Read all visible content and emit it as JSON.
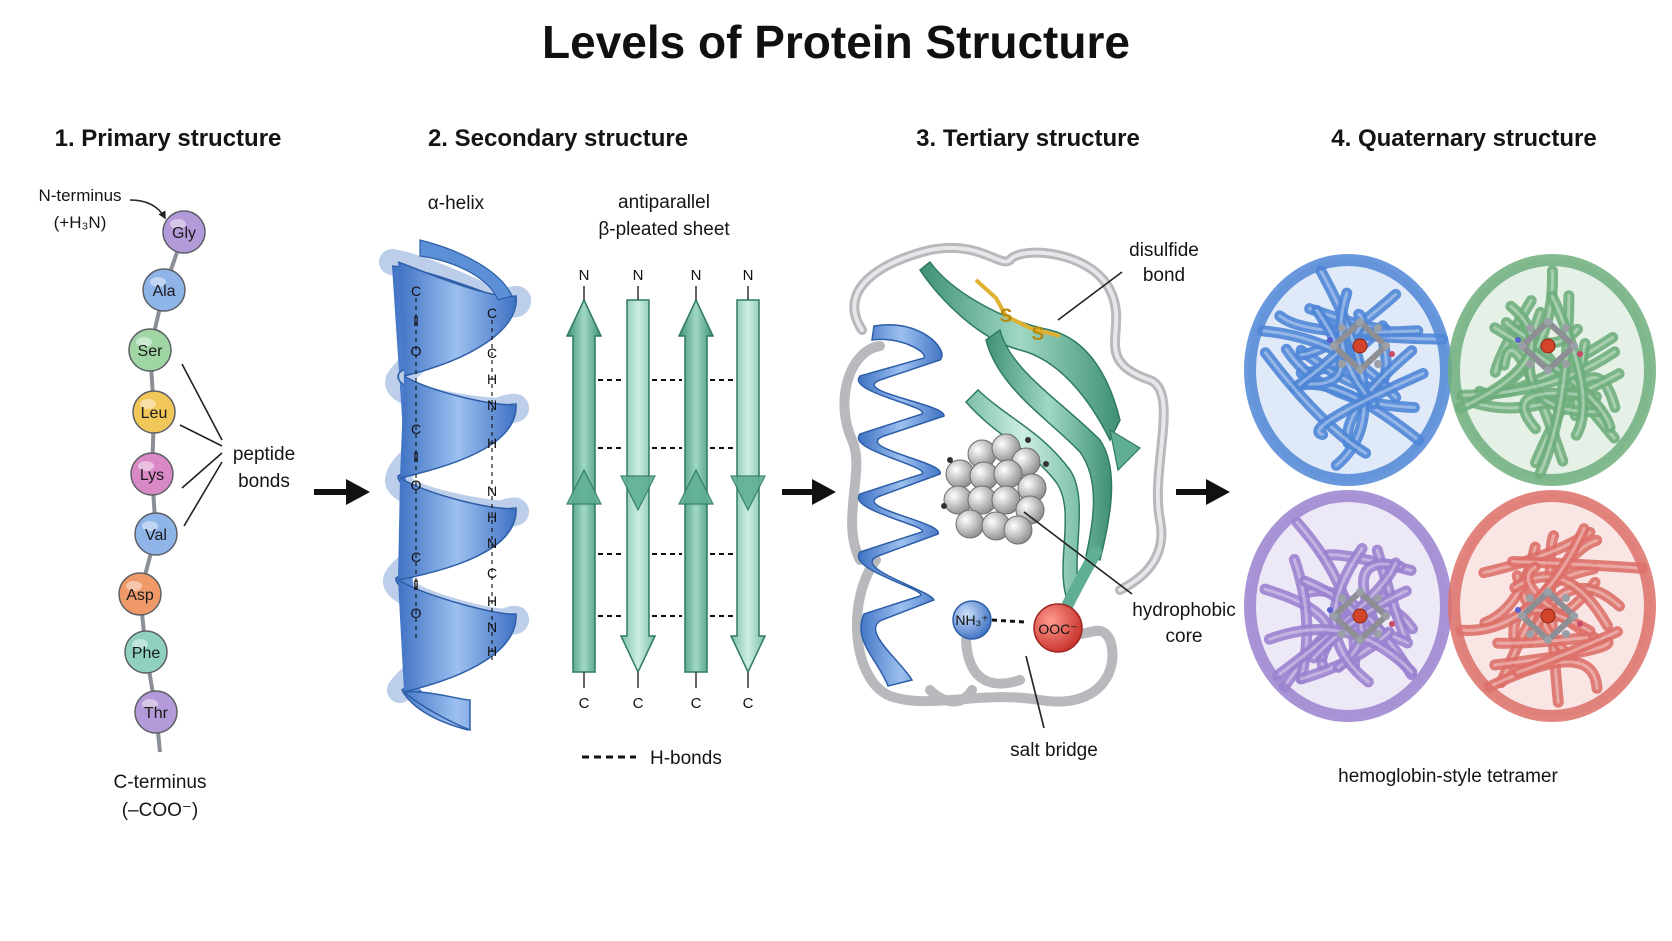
{
  "title": "Levels of Protein Structure",
  "panels": {
    "primary": {
      "heading": "1. Primary structure",
      "n_terminus": "N-terminus",
      "n_terminus_formula": "(+H₃N)",
      "c_terminus": "C-terminus",
      "c_terminus_formula": "(–COO⁻)",
      "peptide_label_1": "peptide",
      "peptide_label_2": "bonds",
      "residues": [
        "Gly",
        "Ala",
        "Ser",
        "Leu",
        "Lys",
        "Val",
        "Asp",
        "Phe",
        "Thr"
      ],
      "residue_colors": [
        "#b49ad8",
        "#8fb4e8",
        "#9fd6a4",
        "#f2c75a",
        "#d98ac6",
        "#8fb4e8",
        "#f09a6a",
        "#8fd0bf",
        "#b49ad8"
      ]
    },
    "secondary": {
      "heading": "2. Secondary structure",
      "helix_label": "α-helix",
      "sheet_label_1": "antiparallel",
      "sheet_label_2": "β-pleated sheet",
      "strand_top": [
        "N",
        "N",
        "N",
        "N"
      ],
      "strand_bottom": [
        "C",
        "C",
        "C",
        "C"
      ],
      "helix_left_atoms": [
        "C",
        "‖",
        "O",
        "C",
        "‖",
        "O",
        "C",
        "‖",
        "O"
      ],
      "helix_right_atoms": [
        "C",
        "C",
        "H",
        "N",
        "H",
        "N",
        "H",
        "N",
        "C",
        "H",
        "N",
        "H"
      ],
      "legend_hbonds": "H-bonds"
    },
    "tertiary": {
      "heading": "3. Tertiary structure",
      "disulfide_1": "disulfide",
      "disulfide_2": "bond",
      "hydrophobic_1": "hydrophobic",
      "hydrophobic_2": "core",
      "salt_bridge": "salt bridge",
      "nh3": "NH₃⁺",
      "ooc": "OOC⁻",
      "sulfur": "S"
    },
    "quaternary": {
      "heading": "4. Quaternary structure",
      "caption": "hemoglobin-style tetramer",
      "subunit_colors": [
        "#4f86d6",
        "#6fae7c",
        "#9a82cf",
        "#dd7069"
      ]
    }
  },
  "colors": {
    "helix_blue": "#5b8fd6",
    "sheet_green": "#5fae95",
    "arrow": "#111111"
  }
}
